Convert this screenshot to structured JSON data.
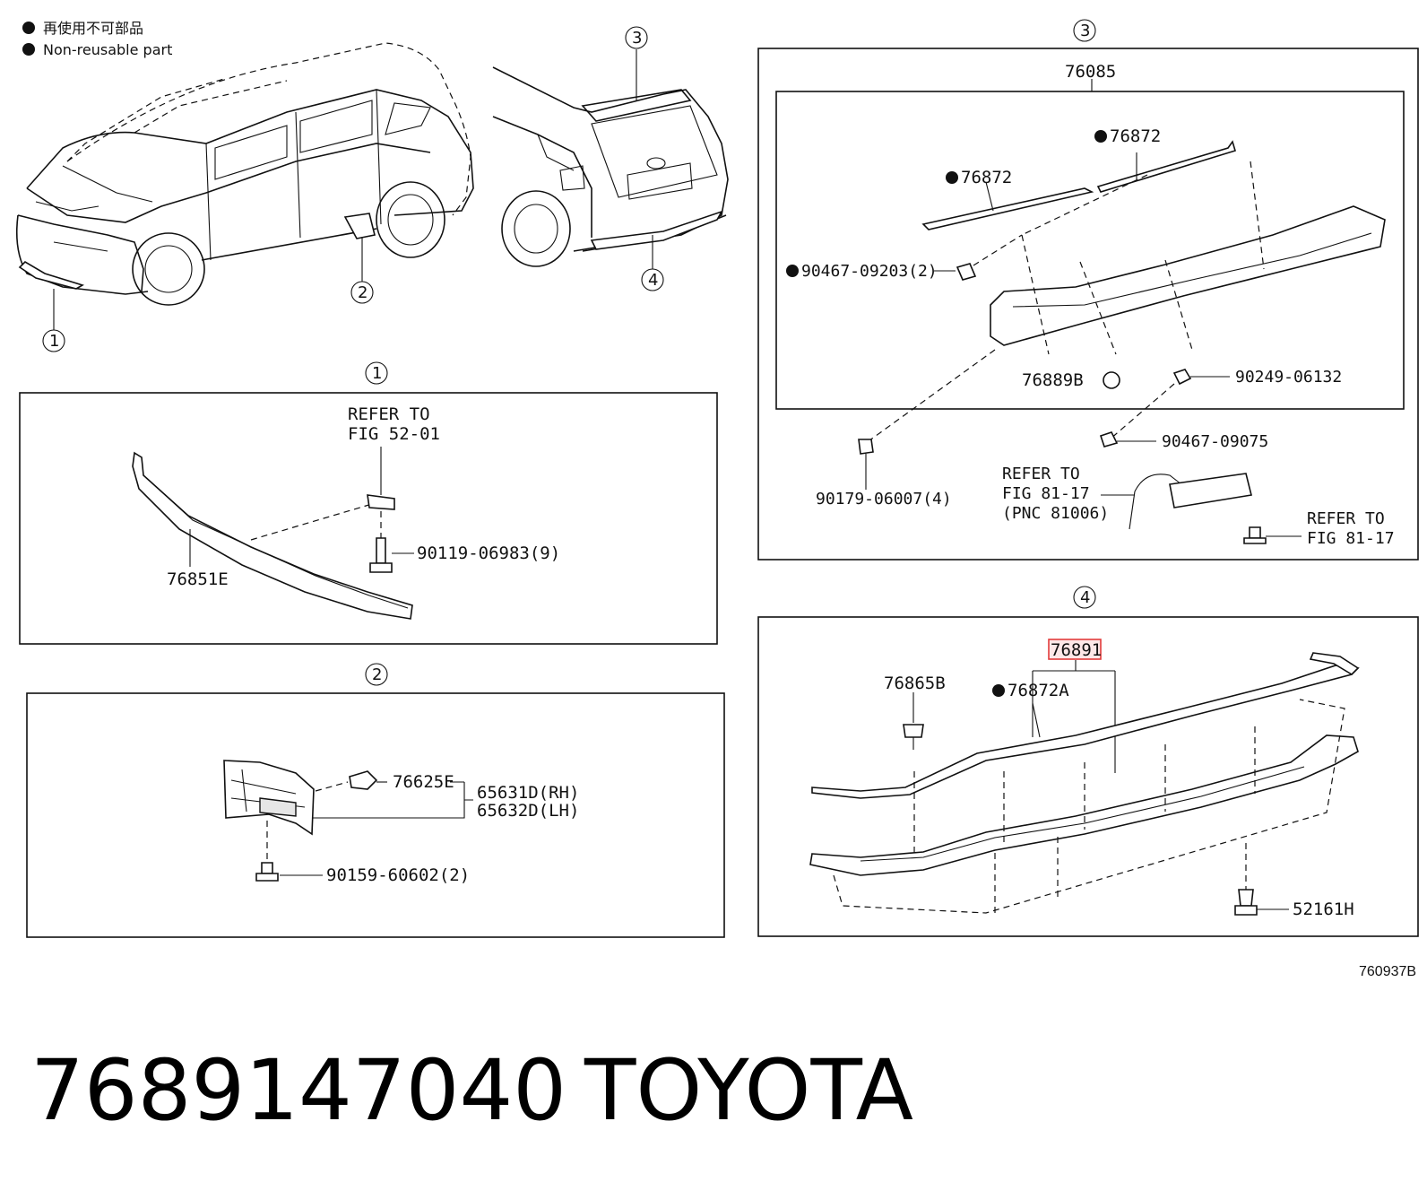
{
  "legend": {
    "jp": "再使用不可部品",
    "en": "Non-reusable part"
  },
  "callouts": {
    "c1": "①",
    "c2": "②",
    "c3": "③",
    "c4": "④"
  },
  "panel1": {
    "refer_line1": "REFER TO",
    "refer_line2": "FIG 52-01",
    "part_a": "76851E",
    "part_b": "90119-06983(9)"
  },
  "panel2": {
    "part_clip": "76625E",
    "part_rh": "65631D(RH)",
    "part_lh": "65632D(LH)",
    "part_bolt": "90159-60602(2)"
  },
  "panel3": {
    "assembly": "76085",
    "molding_right": "76872",
    "molding_left": "76872",
    "clip_a": "90467-09203(2)",
    "grommet": "76889B",
    "screw": "90249-06132",
    "clip_b": "90467-09075",
    "nut": "90179-06007(4)",
    "refer_a_line1": "REFER TO",
    "refer_a_line2": "FIG 81-17",
    "refer_a_line3": "(PNC 81006)",
    "refer_b_line1": "REFER TO",
    "refer_b_line2": "FIG 81-17"
  },
  "panel4": {
    "highlight_part": "76891",
    "clip": "76865B",
    "molding": "76872A",
    "fastener": "52161H"
  },
  "figure_id": "760937B",
  "footer": {
    "part_number": "7689147040",
    "brand": "TOYOTA"
  },
  "colors": {
    "highlight": "#e23b3b",
    "ink": "#111111"
  }
}
